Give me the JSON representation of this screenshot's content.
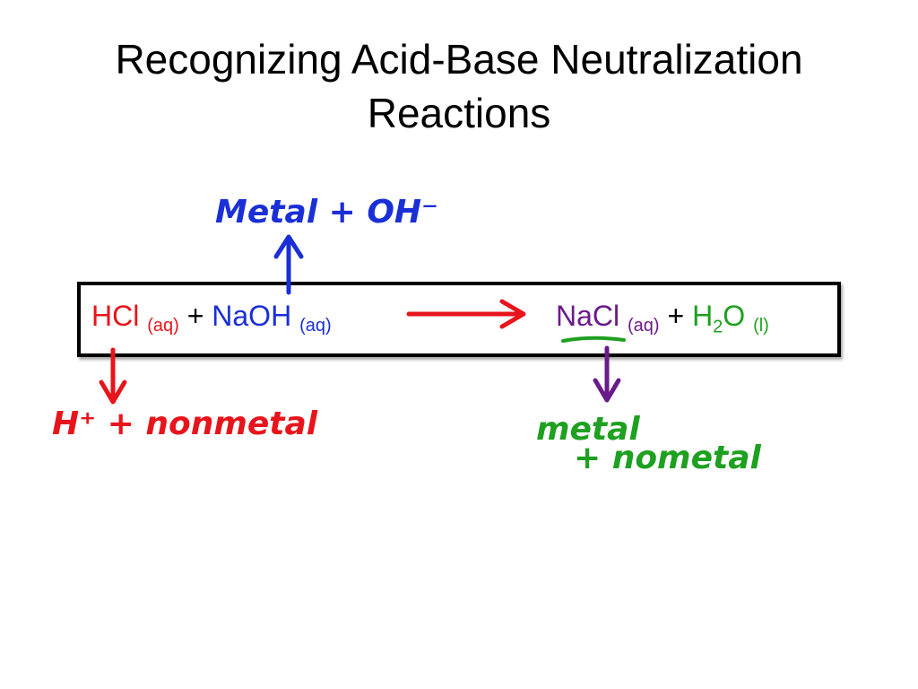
{
  "title": {
    "line1": "Recognizing Acid-Base Neutralization",
    "line2": "Reactions"
  },
  "equation": {
    "reactant1": {
      "formula": "HCl",
      "state": "(aq)"
    },
    "plus1": "+",
    "reactant2": {
      "formula": "NaOH",
      "state": "(aq)"
    },
    "product1": {
      "formula": "NaCl",
      "state": "(aq)"
    },
    "plus2": "+",
    "product2": {
      "formula_prefix": "H",
      "subscript": "2",
      "formula_suffix": "O",
      "state": "(l)"
    }
  },
  "annotations": {
    "base": "Metal + OH⁻",
    "acid": "H⁺ + nonmetal",
    "salt_line1": "metal",
    "salt_line2": "+ nometal"
  },
  "colors": {
    "acid": "#e8141c",
    "base": "#1a2fd6",
    "salt": "#6a1b8a",
    "water": "#1ea020",
    "salt_note": "#1ea020"
  }
}
